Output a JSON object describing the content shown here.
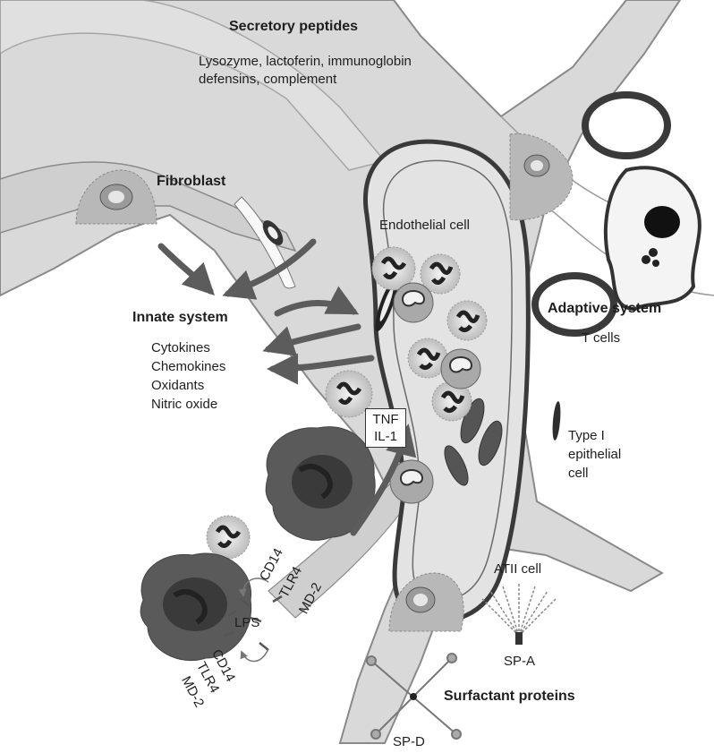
{
  "secretory": {
    "title": "Secretory peptides",
    "line1": "Lysozyme, lactoferin, immunoglobin",
    "line2": "defensins, complement"
  },
  "fibroblast": "Fibroblast",
  "innate": {
    "title": "Innate system",
    "items": [
      "Cytokines",
      "Chemokines",
      "Oxidants",
      "Nitric oxide"
    ]
  },
  "endothelial": "Endothelial cell",
  "adaptive": {
    "title": "Adaptive system",
    "subtitle": "T cells"
  },
  "cytokine_box": {
    "line1": "TNF",
    "line2": "IL-1"
  },
  "type1": {
    "line1": "Type I",
    "line2": "epithelial",
    "line3": "cell"
  },
  "receptors_upper": {
    "cd14": "CD14",
    "tlr4": "TLR4",
    "md2": "MD-2"
  },
  "receptors_lower": {
    "cd14": "CD14",
    "tlr4": "TLR4",
    "md2": "MD-2"
  },
  "lps": "LPS",
  "atii": "ATII cell",
  "spa": "SP-A",
  "surfactant": "Surfactant proteins",
  "spd": "SP-D",
  "colors": {
    "tissue": "#d9d9d9",
    "tissue_edge": "#8a8a8a",
    "vessel_edge": "#3a3a3a",
    "macrophage": "#5a5a5a",
    "arrow": "#5c5c5c"
  }
}
